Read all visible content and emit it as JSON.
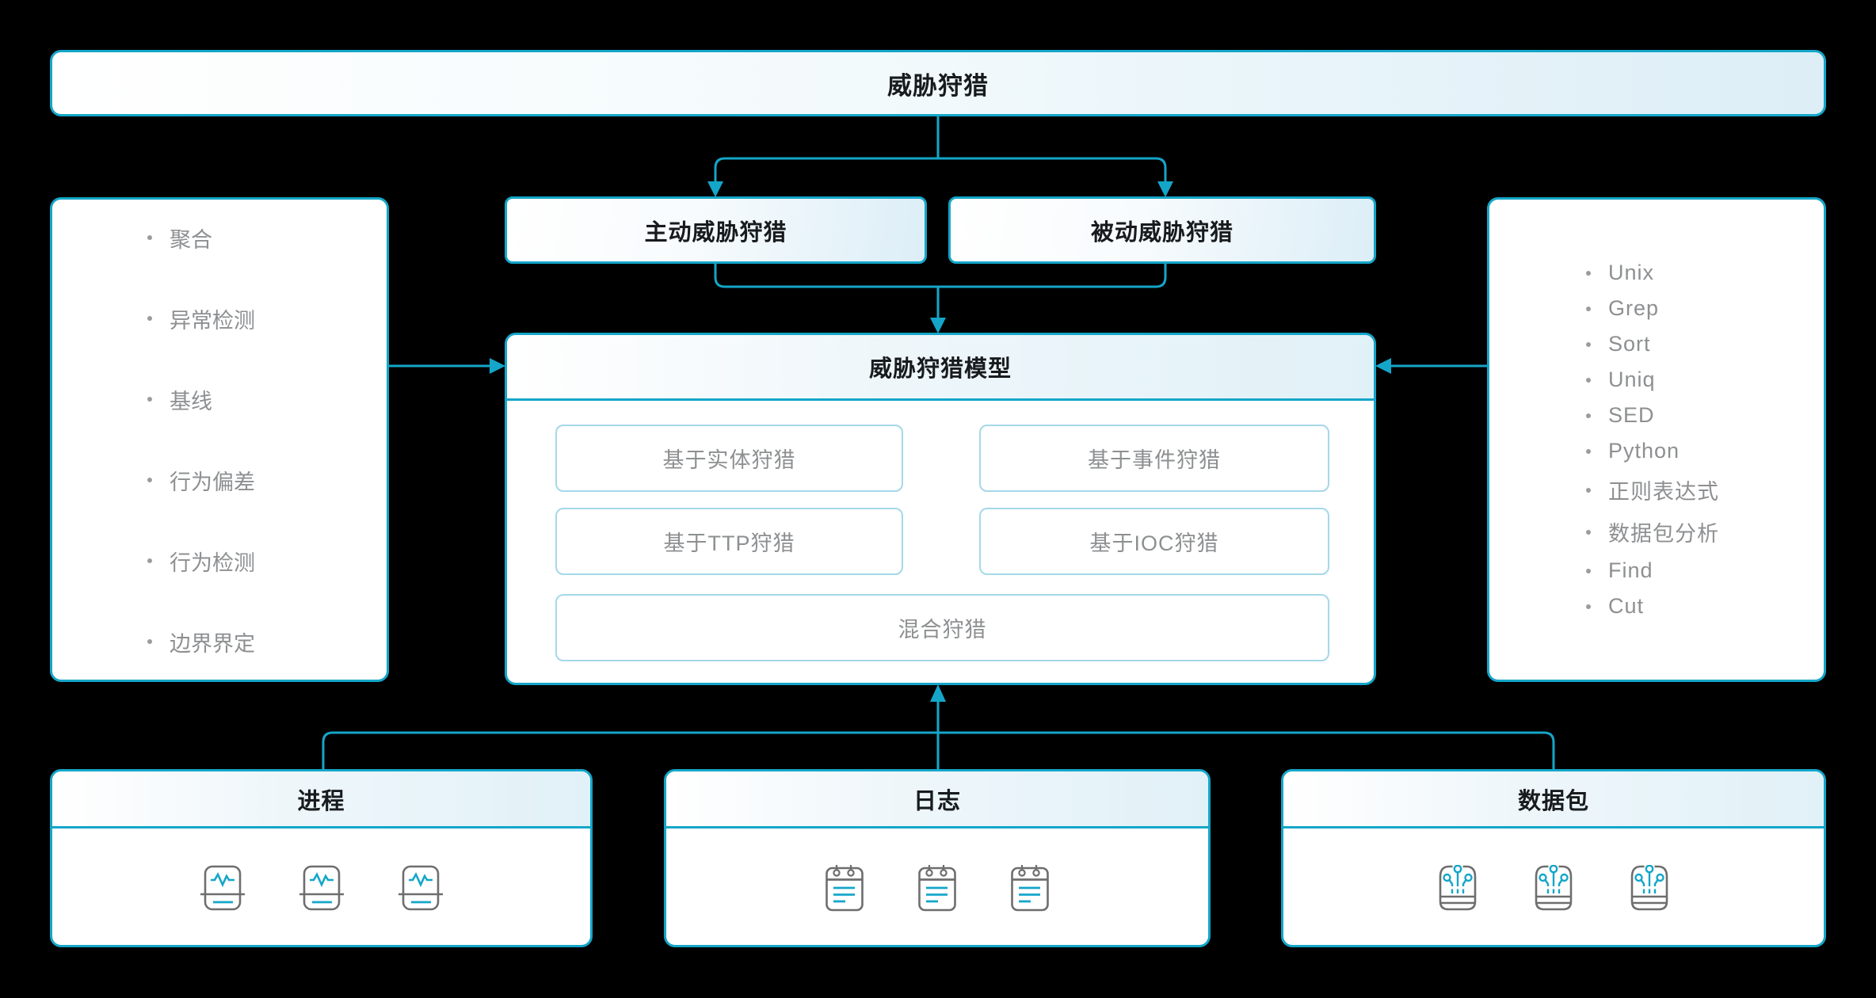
{
  "colors": {
    "background": "#000000",
    "accent_cyan": "#14a6c9",
    "inner_border": "#a5d8e8",
    "gray_text": "#8d8f91",
    "dark_text": "#181b1e",
    "icon_gray": "#6e6e6e"
  },
  "top_box": {
    "title": "威胁狩猎"
  },
  "left_panel": {
    "items": [
      "聚合",
      "异常检测",
      "基线",
      "行为偏差",
      "行为检测",
      "边界界定"
    ]
  },
  "hunt_types": {
    "active": "主动威胁狩猎",
    "passive": "被动威胁狩猎"
  },
  "model": {
    "title": "威胁狩猎模型",
    "methods": [
      "基于实体狩猎",
      "基于事件狩猎",
      "基于TTP狩猎",
      "基于IOC狩猎",
      "混合狩猎"
    ]
  },
  "right_panel": {
    "items": [
      "Unix",
      "Grep",
      "Sort",
      "Uniq",
      "SED",
      "Python",
      "正则表达式",
      "数据包分析",
      "Find",
      "Cut"
    ]
  },
  "data_sources": [
    {
      "title": "进程",
      "icon": "process-monitor-icon"
    },
    {
      "title": "日志",
      "icon": "log-notepad-icon"
    },
    {
      "title": "数据包",
      "icon": "packet-circuit-icon"
    }
  ]
}
